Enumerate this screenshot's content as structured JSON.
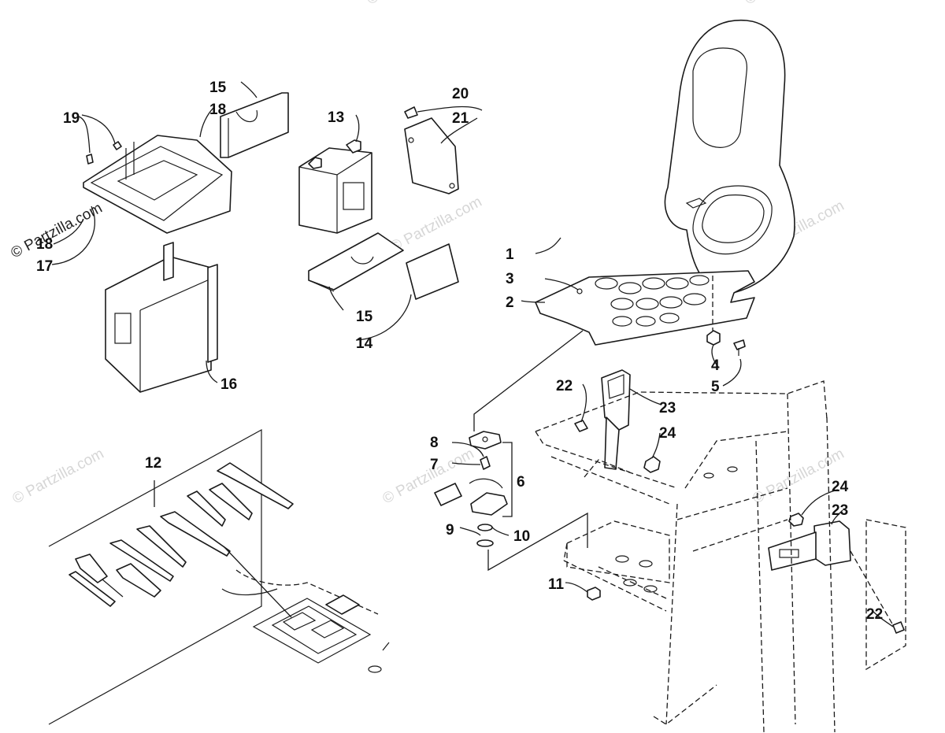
{
  "watermark": {
    "text": "© Partzilla.com",
    "color": "#d6d6d6"
  },
  "callouts": {
    "c1": "1",
    "c2": "2",
    "c3": "3",
    "c4": "4",
    "c5": "5",
    "c6": "6",
    "c7": "7",
    "c8": "8",
    "c9": "9",
    "c10": "10",
    "c11": "11",
    "c12": "12",
    "c13": "13",
    "c14": "14",
    "c15a": "15",
    "c15b": "15",
    "c16": "16",
    "c17": "17",
    "c18": "18",
    "c18b": "18",
    "c19": "19",
    "c20": "20",
    "c21": "21",
    "c22a": "22",
    "c22b": "22",
    "c23a": "23",
    "c23b": "23",
    "c24a": "24",
    "c24b": "24"
  }
}
